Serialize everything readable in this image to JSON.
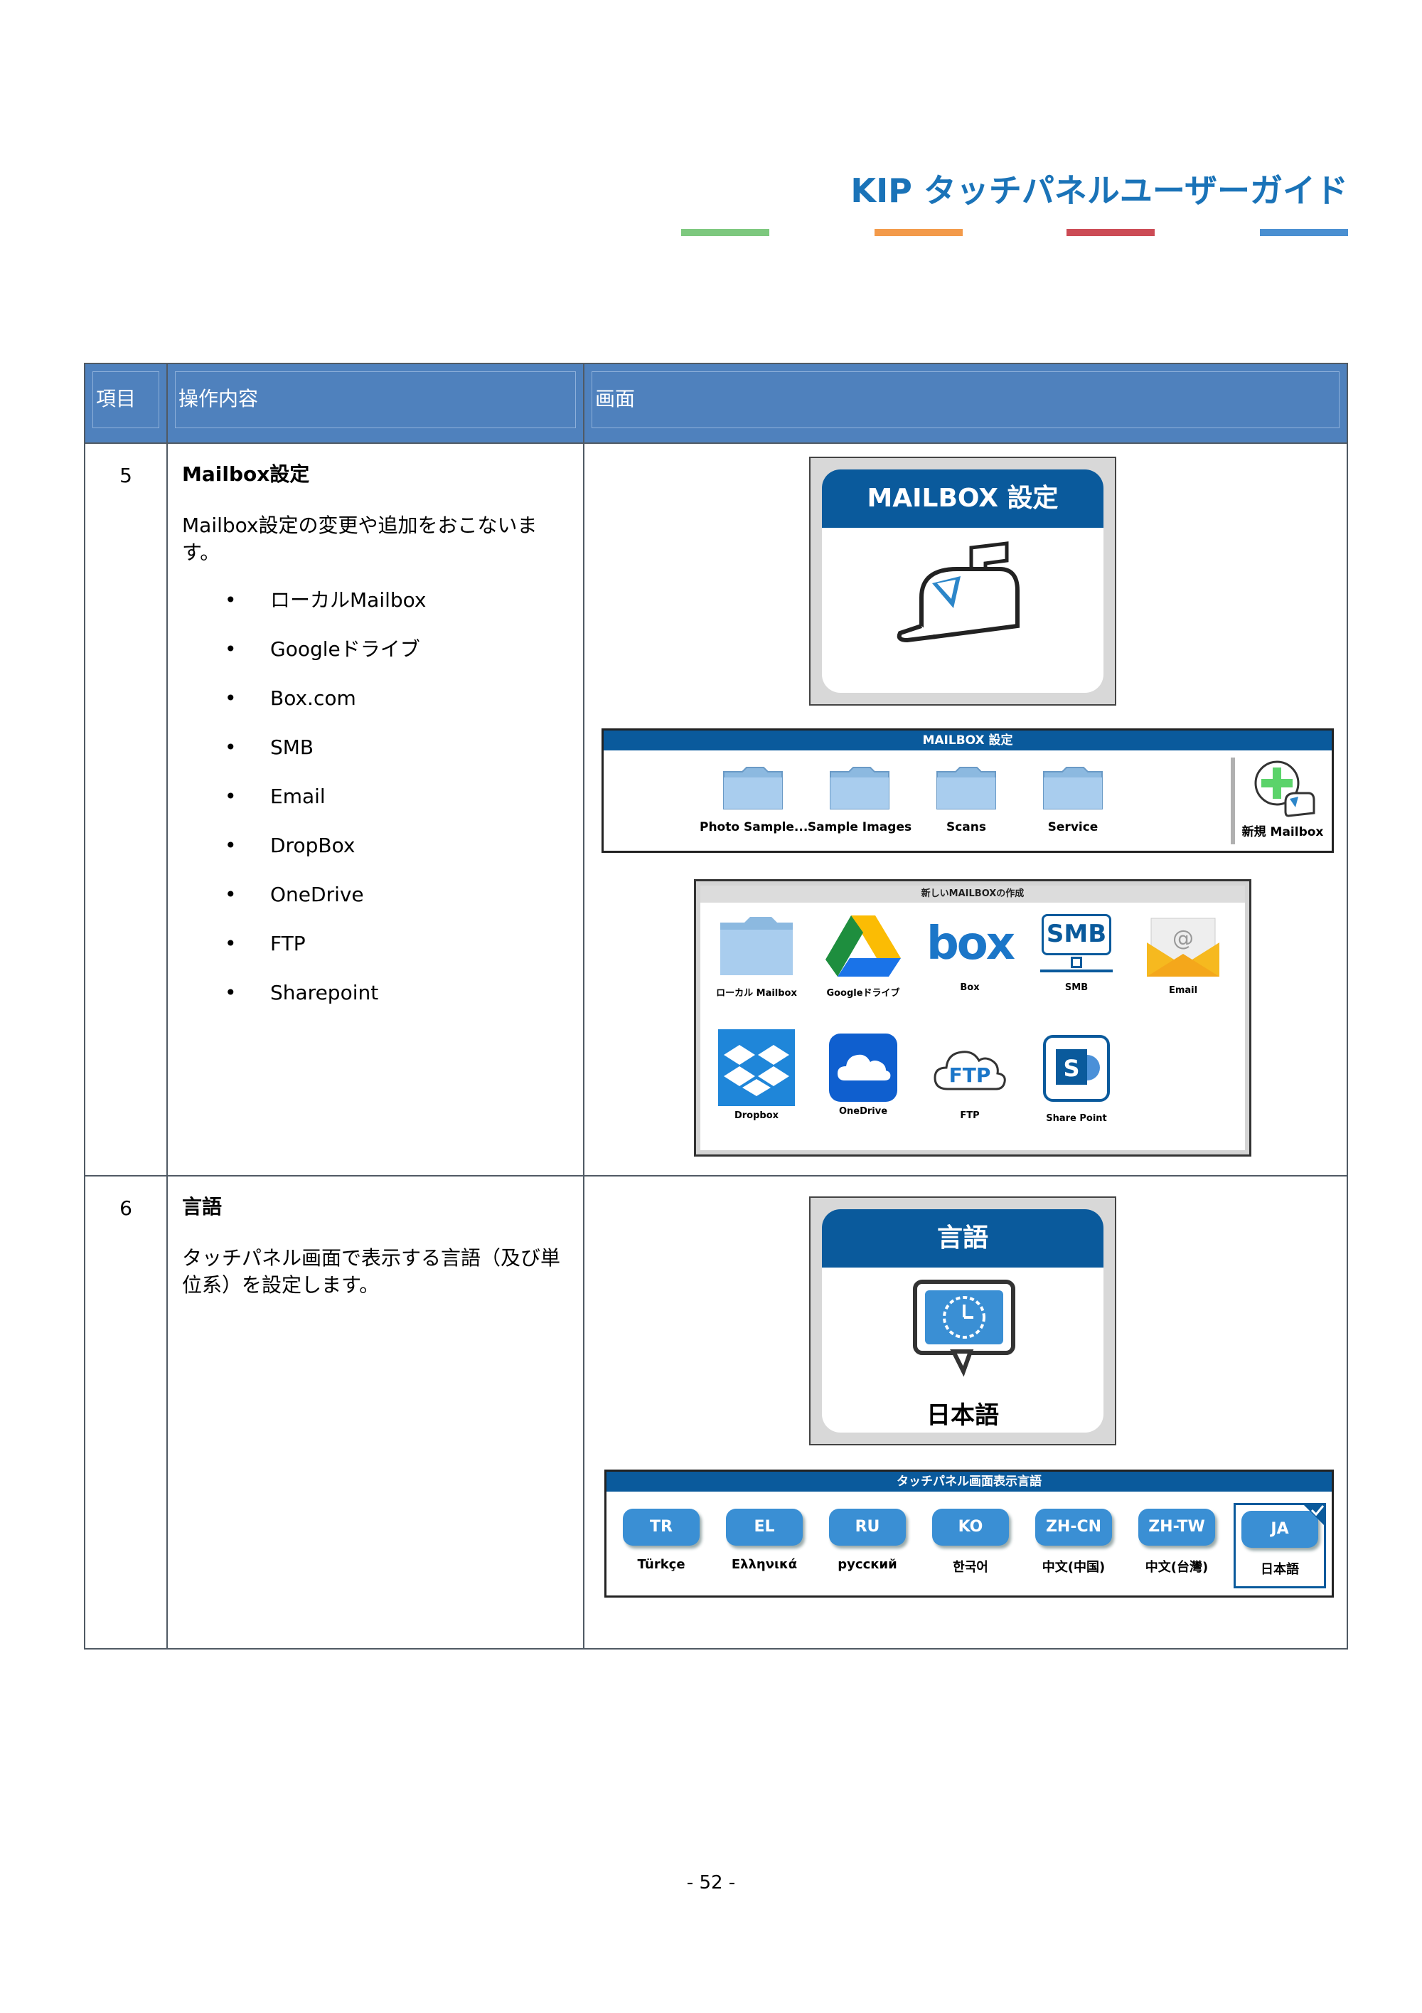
{
  "header": {
    "title": "KIP タッチパネルユーザーガイド",
    "bar_colors": [
      "#7dc87e",
      "#f39a4a",
      "#cc4b55",
      "#4a8fd1"
    ]
  },
  "table": {
    "columns": [
      "項目",
      "操作内容",
      "画面"
    ],
    "rows": [
      {
        "num": "5",
        "title": "Mailbox設定",
        "desc": "Mailbox設定の変更や追加をおこないます。",
        "features": [
          "ローカルMailbox",
          "Googleドライブ",
          "Box.com",
          "SMB",
          "Email",
          "DropBox",
          "OneDrive",
          "FTP",
          "Sharepoint"
        ]
      },
      {
        "num": "6",
        "title": "言語",
        "desc": "タッチパネル画面で表示する言語（及び単位系）を設定します。"
      }
    ]
  },
  "mailbox_tile": {
    "title": "MAILBOX 設定"
  },
  "mailbox_list": {
    "title": "MAILBOX 設定",
    "folders": [
      "Photo Sample...",
      "Sample Images",
      "Scans",
      "Service"
    ],
    "new_label": "新規 Mailbox"
  },
  "new_mailbox": {
    "title": "新しいMAILBOXの作成",
    "items": [
      "ローカル Mailbox",
      "Googleドライブ",
      "Box",
      "SMB",
      "Email",
      "Dropbox",
      "OneDrive",
      "FTP",
      "Share Point"
    ],
    "box_text": "box",
    "smb_text": "SMB",
    "ftp_text": "FTP"
  },
  "language_tile": {
    "title": "言語",
    "current": "日本語"
  },
  "language_list": {
    "title": "タッチパネル画面表示言語",
    "languages": [
      {
        "code": "TR",
        "name": "Türkçe"
      },
      {
        "code": "EL",
        "name": "Ελληνικά"
      },
      {
        "code": "RU",
        "name": "русский"
      },
      {
        "code": "KO",
        "name": "한국어"
      },
      {
        "code": "ZH-CN",
        "name": "中文(中国)"
      },
      {
        "code": "ZH-TW",
        "name": "中文(台灣)"
      },
      {
        "code": "JA",
        "name": "日本語"
      }
    ],
    "selected": "JA"
  },
  "page_number": "- 52 -",
  "colors": {
    "accent": "#0a5a9c",
    "header_bg": "#4f81bd",
    "title": "#1a73b8"
  }
}
